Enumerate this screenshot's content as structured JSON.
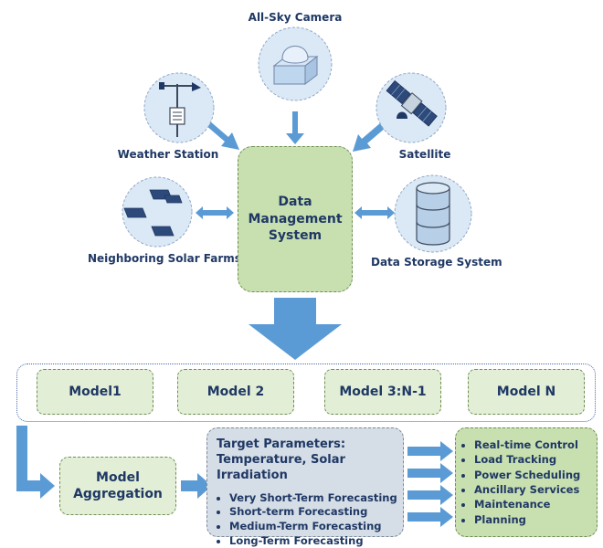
{
  "sources": {
    "all_sky_camera": "All-Sky Camera",
    "weather_station": "Weather Station",
    "satellite": "Satellite",
    "neighboring_solar_farms": "Neighboring Solar Farms",
    "data_storage_system": "Data Storage System"
  },
  "data_management_system": "Data\nManagement\nSystem",
  "models": [
    "Model1",
    "Model 2",
    "Model 3:N-1",
    "Model N"
  ],
  "model_aggregation": "Model\nAggregation",
  "target": {
    "heading": "Target Parameters:",
    "parameters": "Temperature, Solar Irradiation",
    "horizons": [
      "Very Short-Term Forecasting",
      "Short-term Forecasting",
      "Medium-Term Forecasting",
      "Long-Term Forecasting"
    ]
  },
  "applications": [
    "Real-time Control",
    "Load Tracking",
    "Power Scheduling",
    "Ancillary Services",
    "Maintenance",
    "Planning"
  ],
  "colors": {
    "arrow": "#5b9bd5",
    "icon_circle": "#dbe8f5",
    "green_box": "#c8dfb0",
    "light_green_box": "#e2efd6",
    "grey_box": "#d5dde6",
    "text": "#1f3864"
  },
  "icons": [
    "camera-icon",
    "weather-station-icon",
    "satellite-icon",
    "solar-panels-icon",
    "database-icon"
  ]
}
